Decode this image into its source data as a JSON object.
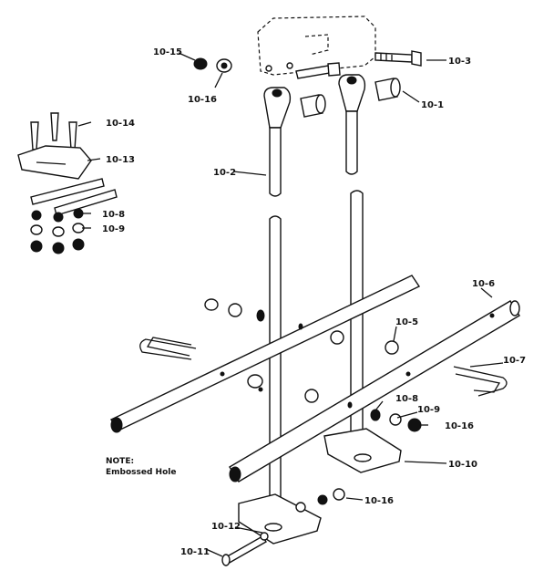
{
  "labels": {
    "l10_1": "10-1",
    "l10_2": "10-2",
    "l10_3": "10-3",
    "l10_5": "10-5",
    "l10_6": "10-6",
    "l10_7": "10-7",
    "l10_8a": "10-8",
    "l10_8b": "10-8",
    "l10_9a": "10-9",
    "l10_9b": "10-9",
    "l10_10": "10-10",
    "l10_11": "10-11",
    "l10_12": "10-12",
    "l10_13": "10-13",
    "l10_14": "10-14",
    "l10_15": "10-15",
    "l10_16a": "10-16",
    "l10_16b": "10-16",
    "l10_16c": "10-16"
  },
  "note": {
    "line1": "NOTE:",
    "line2": "Embossed Hole"
  },
  "colors": {
    "ink": "#111111",
    "paper": "#ffffff"
  }
}
